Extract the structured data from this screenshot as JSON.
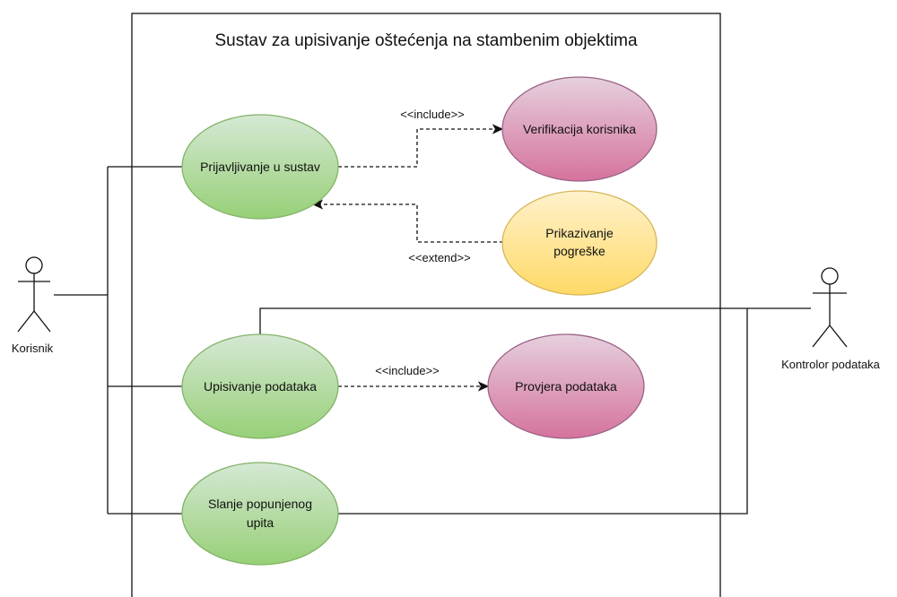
{
  "system": {
    "title": "Sustav za upisivanje oštećenja na stambenim objektima"
  },
  "actors": {
    "korisnik": "Korisnik",
    "kontrolor": "Kontrolor podataka"
  },
  "use_cases": {
    "prijavljivanje": "Prijavljivanje u sustav",
    "verifikacija": "Verifikacija korisnika",
    "prikazivanje_line1": "Prikazivanje",
    "prikazivanje_line2": "pogreške",
    "upisivanje": "Upisivanje podataka",
    "provjera": "Provjera podataka",
    "slanje_line1": "Slanje popunjenog",
    "slanje_line2": "upita"
  },
  "relations": {
    "include_1": "<<include>>",
    "extend_1": "<<extend>>",
    "include_2": "<<include>>"
  },
  "colors": {
    "green_fill": "#d5e8d4",
    "green_fill_end": "#97d077",
    "green_stroke": "#82b366",
    "pink_fill": "#e6d0de",
    "pink_fill_end": "#d5739d",
    "pink_stroke": "#996185",
    "yellow_fill": "#fff2cc",
    "yellow_fill_end": "#ffd966",
    "yellow_stroke": "#d6b656"
  }
}
